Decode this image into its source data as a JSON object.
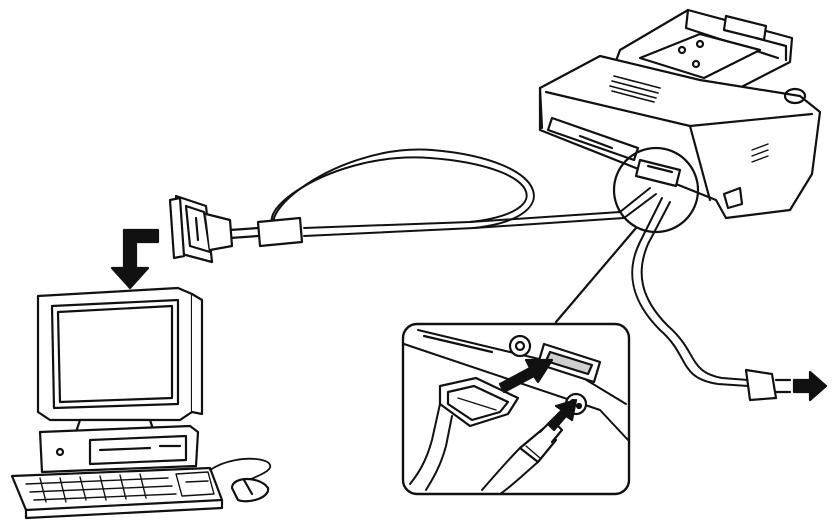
{
  "diagram": {
    "ink_color": "#111111",
    "paper_color": "#ffffff",
    "shade_color": "#cfcfcf",
    "components": [
      {
        "id": "computer",
        "icon": "desktop-computer-icon"
      },
      {
        "id": "keyboard",
        "icon": "keyboard-icon"
      },
      {
        "id": "mouse",
        "icon": "mouse-icon"
      },
      {
        "id": "printer",
        "icon": "printer-icon"
      },
      {
        "id": "parallel-connector",
        "icon": "db25-connector-icon"
      },
      {
        "id": "power-plug",
        "icon": "power-plug-icon"
      }
    ],
    "arrows": [
      {
        "id": "to-computer",
        "direction": "down"
      },
      {
        "id": "to-parallel-port",
        "direction": "right"
      },
      {
        "id": "to-power-port",
        "direction": "right"
      },
      {
        "id": "to-outlet",
        "direction": "right"
      }
    ]
  }
}
